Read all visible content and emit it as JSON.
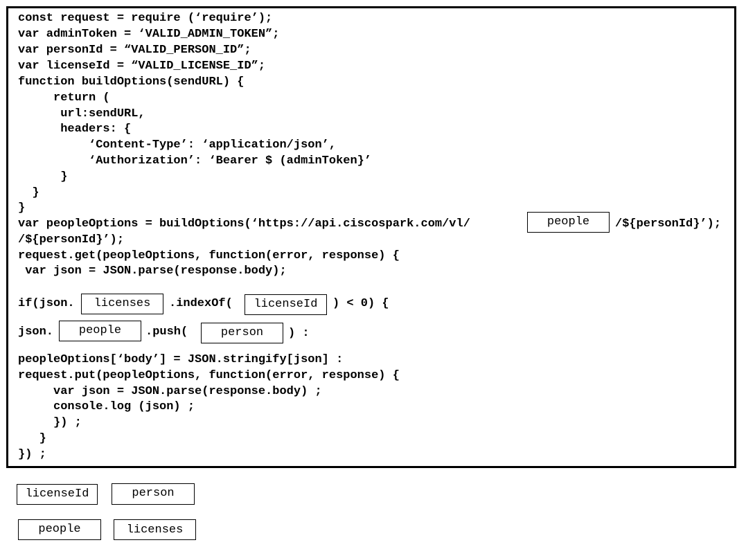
{
  "code_lines": [
    "const request = require (‘require’);",
    "var adminToken = ‘VALID_ADMIN_TOKEN”;",
    "var personId = “VALID_PERSON_ID”;",
    "var licenseId = “VALID_LICENSE_ID”;",
    "function buildOptions(sendURL) {",
    "     return (",
    "      url:sendURL,",
    "      headers: {",
    "          ‘Content-Type’: ‘application/json’,",
    "          ‘Authorization’: ‘Bearer $ (adminToken}’",
    "      }",
    "  }",
    "}",
    "var peopleOptions = buildOptions(‘https://api.ciscospark.com/vl/",
    "/${personId}’);",
    "/${personId}’);",
    "request.get(peopleOptions, function(error, response) {",
    " var json = JSON.parse(response.body);",
    "if(json.",
    ".indexOf(",
    ") < 0) {",
    "json.",
    ".push(",
    ") :",
    "peopleOptions[‘body’] = JSON.stringify[json] :",
    "request.put(peopleOptions, function(error, response) {",
    "     var json = JSON.parse(response.body) ;",
    "     console.log (json) ;",
    "     }) ;",
    "   }",
    "}) ;"
  ],
  "slots": {
    "url_path": "people",
    "json_property_1": "licenses",
    "indexof_arg": "licenseId",
    "json_property_2": "people",
    "push_arg": "person"
  },
  "choices": [
    "licenseId",
    "person",
    "people",
    "licenses"
  ]
}
